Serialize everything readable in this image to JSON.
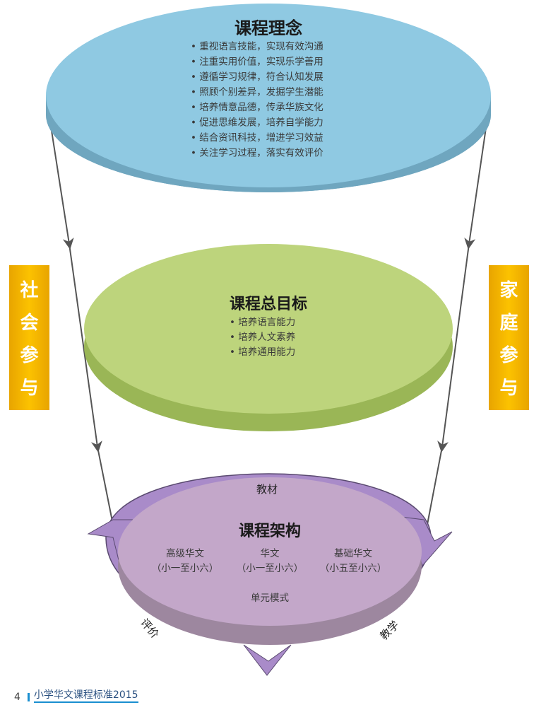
{
  "philosophy": {
    "title": "课程理念",
    "items": [
      "重视语言技能，实现有效沟通",
      "注重实用价值，实现乐学善用",
      "遵循学习规律，符合认知发展",
      "照顾个别差异，发掘学生潜能",
      "培养情意品德，传承华族文化",
      "促进思维发展，培养自学能力",
      "结合资讯科技，增进学习效益",
      "关注学习过程，落实有效评价"
    ]
  },
  "goals": {
    "title": "课程总目标",
    "items": [
      "培养语言能力",
      "培养人文素养",
      "培养通用能力"
    ]
  },
  "structure": {
    "title": "课程架构",
    "courses": [
      {
        "name": "高级华文",
        "range": "（小一至小六）"
      },
      {
        "name": "华文",
        "range": "（小一至小六）"
      },
      {
        "name": "基础华文",
        "range": "（小五至小六）"
      }
    ],
    "mode": "单元模式",
    "cycle": [
      "教材",
      "教学",
      "评价"
    ]
  },
  "left_side": {
    "chars": [
      "社",
      "会",
      "参",
      "与"
    ]
  },
  "right_side": {
    "chars": [
      "家",
      "庭",
      "参",
      "与"
    ]
  },
  "footer": {
    "page": "4",
    "title": "小学华文课程标准2015"
  },
  "colors": {
    "blue": "#8fc9e2",
    "green": "#bdd47c",
    "purple": "#c3a7c9",
    "orange": "#f7b900",
    "ring": "#a98bc9"
  }
}
